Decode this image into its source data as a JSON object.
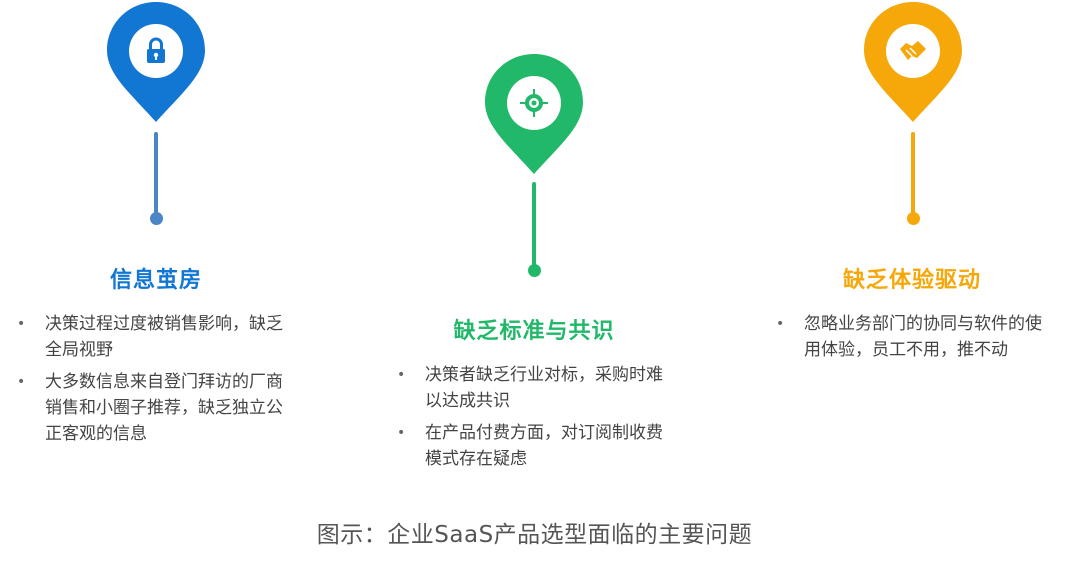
{
  "columns": [
    {
      "title": "信息茧房",
      "color": "#1276d3",
      "icon": "lock-icon",
      "bullets": [
        "决策过程过度被销售影响，缺乏全局视野",
        "大多数信息来自登门拜访的厂商销售和小圈子推荐，缺乏独立公正客观的信息"
      ]
    },
    {
      "title": "缺乏标准与共识",
      "color": "#22b86a",
      "icon": "target-icon",
      "bullets": [
        "决策者缺乏行业对标，采购时难以达成共识",
        "在产品付费方面，对订阅制收费模式存在疑虑"
      ]
    },
    {
      "title": "缺乏体验驱动",
      "color": "#f6a70a",
      "icon": "handshake-icon",
      "bullets": [
        "忽略业务部门的协同与软件的使用体验，员工不用，推不动"
      ]
    }
  ],
  "caption": "图示：企业SaaS产品选型面临的主要问题"
}
